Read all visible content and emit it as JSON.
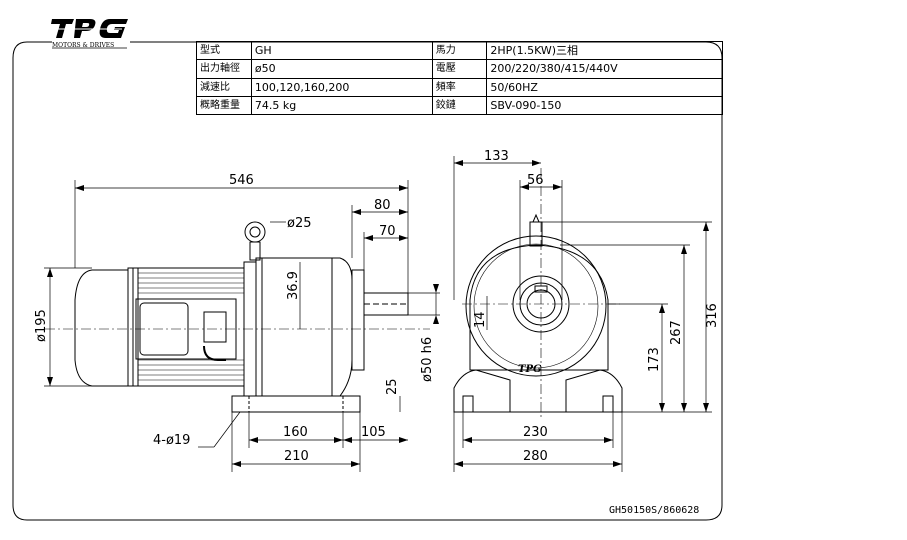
{
  "logo": {
    "mark": "TPG",
    "tagline": "MOTORS & DRIVES"
  },
  "spec_table": {
    "rows": [
      {
        "k1": "型式",
        "v1": "GH",
        "k2": "馬力",
        "v2": "2HP(1.5KW)三相"
      },
      {
        "k1": "出力軸徑",
        "v1": "ø50",
        "k2": "電壓",
        "v2": "200/220/380/415/440V"
      },
      {
        "k1": "減速比",
        "v1": "100,120,160,200",
        "k2": "頻率",
        "v2": "50/60HZ"
      },
      {
        "k1": "概略重量",
        "v1": "74.5 kg",
        "k2": "鉸鏈",
        "v2": "SBV-090-150"
      }
    ]
  },
  "dimensions": {
    "overall_length": "546",
    "shaft_80": "80",
    "shaft_70": "70",
    "eyebolt": "ø25",
    "key_height": "36.9",
    "motor_dia": "ø195",
    "shaft_dia": "ø50 h6",
    "foot_height": "25",
    "mount_holes": "4-ø19",
    "base_160": "160",
    "base_105": "105",
    "base_210": "210",
    "end_133": "133",
    "end_56": "56",
    "key_14": "14",
    "center_173": "173",
    "height_267": "267",
    "height_316": "316",
    "end_230": "230",
    "end_280": "280"
  },
  "drawing_code": "GH50150S/860628"
}
